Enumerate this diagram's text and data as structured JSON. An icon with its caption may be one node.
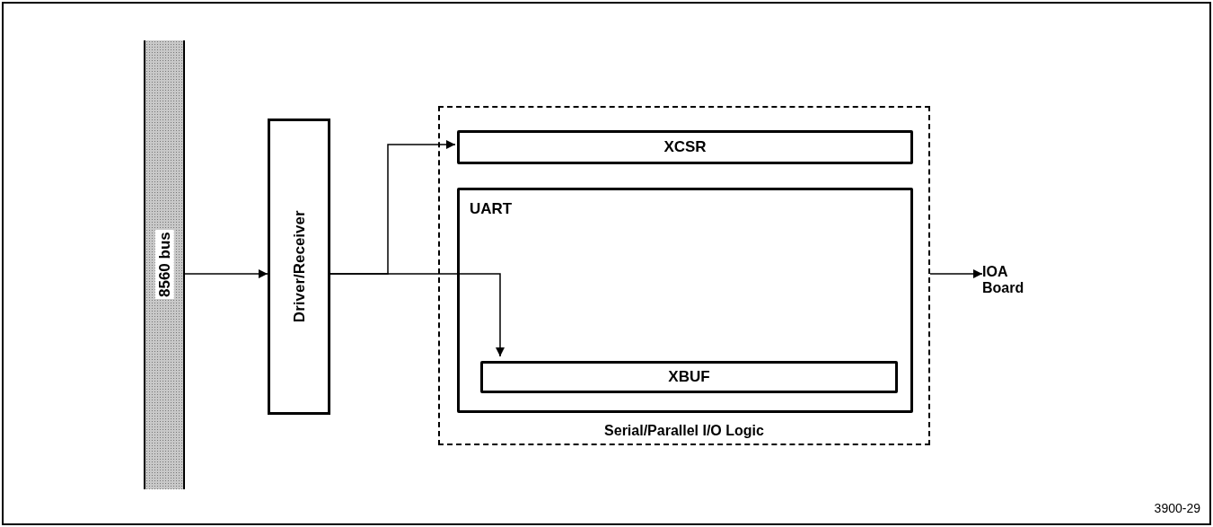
{
  "diagram": {
    "nodes": [
      {
        "text": [
          "8560 bus"
        ]
      },
      {
        "text": [
          "Driver/Receiver"
        ]
      },
      {
        "text": [
          "Serial/Parallel I/O Logic"
        ]
      },
      {
        "text": [
          "XCSR"
        ],
        "in": 2
      },
      {
        "text": [
          "UART"
        ],
        "in": 2
      },
      {
        "text": [
          "XBUF"
        ],
        "in": 4
      },
      {
        "text": [
          "IOA Board"
        ]
      }
    ],
    "edges": [
      {
        "from": 0,
        "to": 1,
        "arrow": "to"
      },
      {
        "from": 1,
        "to": 3,
        "arrow": "to"
      },
      {
        "from": 1,
        "to": 5,
        "arrow": "to"
      },
      {
        "from": 2,
        "to": 6,
        "arrow": "to"
      }
    ],
    "labels": [
      "3900-29"
    ]
  }
}
